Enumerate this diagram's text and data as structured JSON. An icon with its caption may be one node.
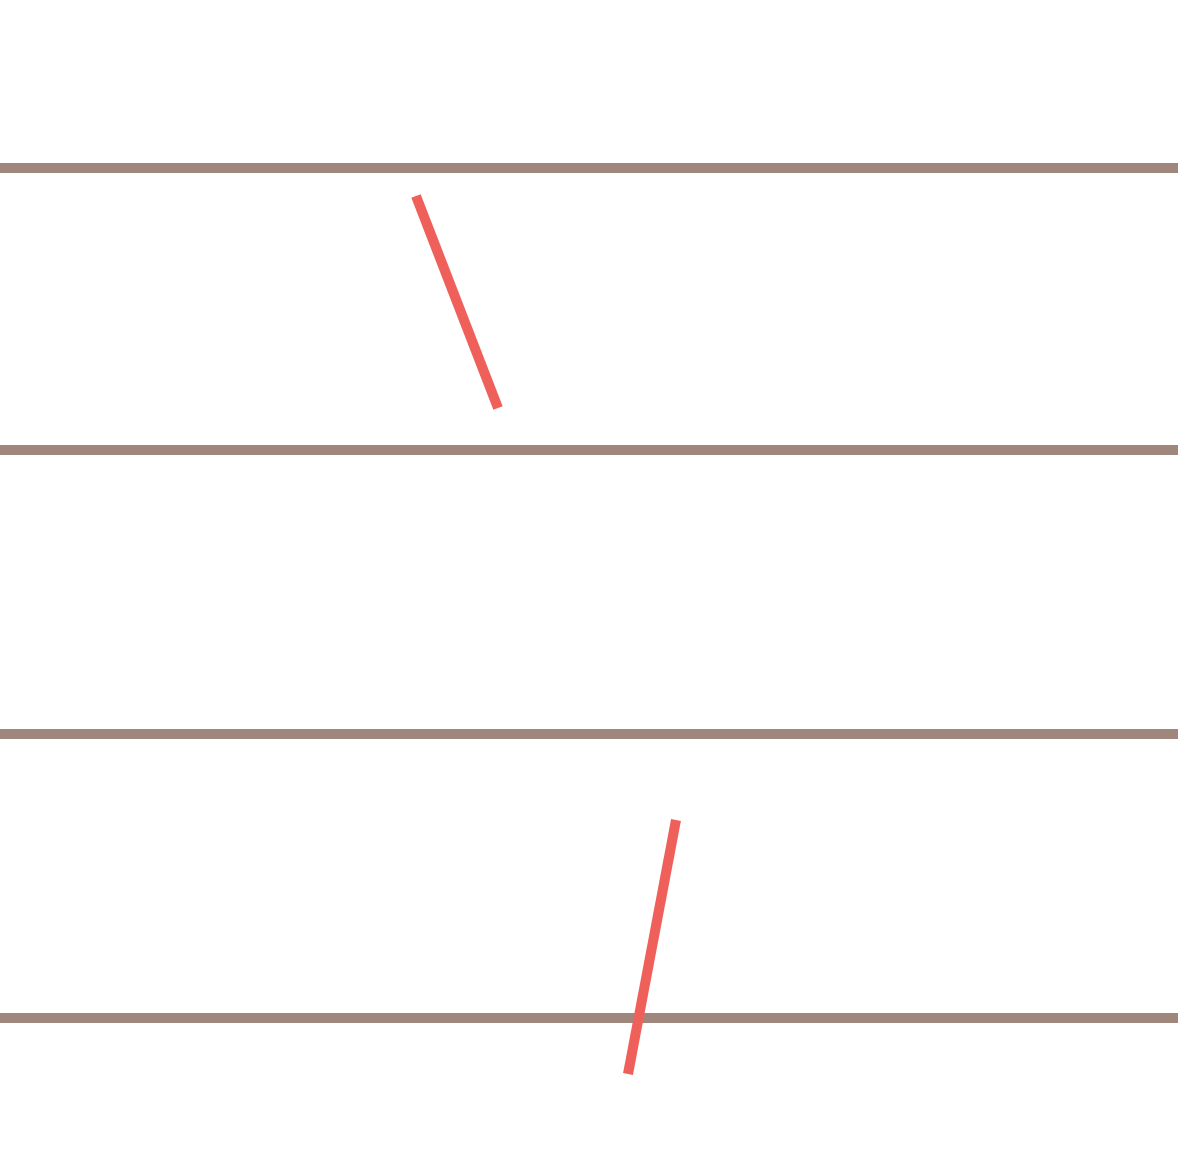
{
  "diagram": {
    "nodes": [
      {
        "text": [],
        "shape": "bar"
      },
      {
        "text": [],
        "shape": "bar"
      },
      {
        "text": [],
        "shape": "bar"
      },
      {
        "text": [],
        "shape": "bar"
      },
      {
        "text": [],
        "shape": "line"
      },
      {
        "text": [],
        "shape": "line"
      }
    ]
  }
}
